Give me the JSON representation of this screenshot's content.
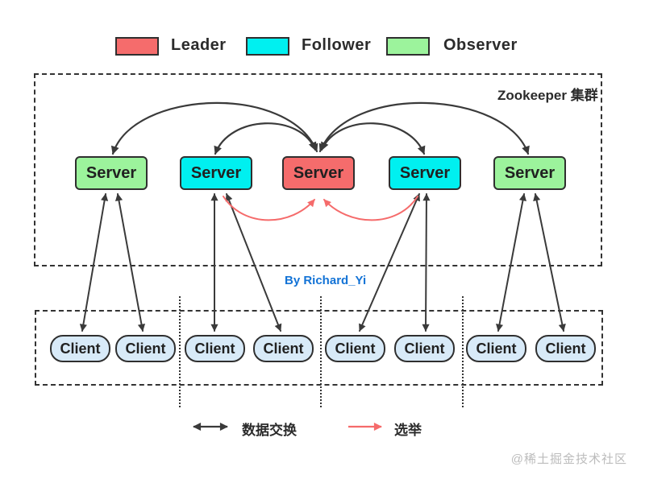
{
  "colors": {
    "leader": "#f56c6c",
    "follower": "#00f0f0",
    "observer": "#9cf39c",
    "client": "#d8eaf8",
    "arrow": "#3a3a3a",
    "election_arrow": "#f56b6b",
    "credit": "#1373d6",
    "watermark": "#bcbcbc"
  },
  "legend_top": {
    "items": [
      {
        "label": "Leader",
        "role": "leader",
        "color": "#f56c6c"
      },
      {
        "label": "Follower",
        "role": "follower",
        "color": "#00f0f0"
      },
      {
        "label": "Observer",
        "role": "observer",
        "color": "#9cf39c"
      }
    ]
  },
  "cluster": {
    "title": "Zookeeper 集群",
    "servers": [
      {
        "label": "Server",
        "role": "observer"
      },
      {
        "label": "Server",
        "role": "follower"
      },
      {
        "label": "Server",
        "role": "leader"
      },
      {
        "label": "Server",
        "role": "follower"
      },
      {
        "label": "Server",
        "role": "observer"
      }
    ]
  },
  "credit": "By Richard_Yi",
  "clients": {
    "items": [
      {
        "label": "Client"
      },
      {
        "label": "Client"
      },
      {
        "label": "Client"
      },
      {
        "label": "Client"
      },
      {
        "label": "Client"
      },
      {
        "label": "Client"
      },
      {
        "label": "Client"
      },
      {
        "label": "Client"
      }
    ]
  },
  "legend_bottom": {
    "data_exchange_label": "数据交换",
    "election_label": "选举"
  },
  "watermark": "@稀土掘金技术社区"
}
